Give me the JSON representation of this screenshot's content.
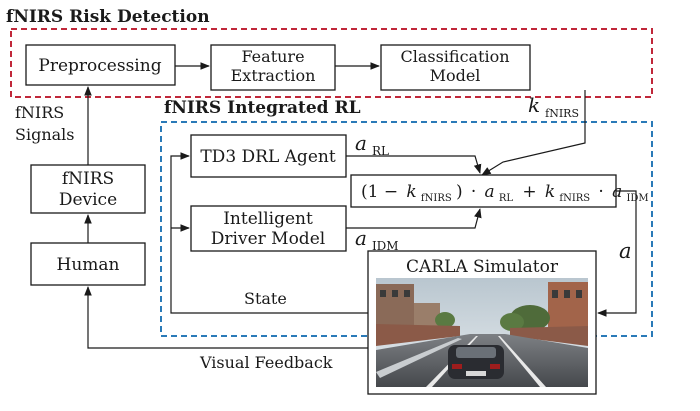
{
  "groups": {
    "risk": {
      "title": "fNIRS Risk Detection",
      "color": "#c0283a"
    },
    "rl": {
      "title": "fNIRS Integrated RL",
      "color": "#2a7ab8"
    }
  },
  "nodes": {
    "preprocessing": "Preprocessing",
    "feature_line1": "Feature",
    "feature_line2": "Extraction",
    "classification_line1": "Classification",
    "classification_line2": "Model",
    "fnirs_device_line1": "fNIRS",
    "fnirs_device_line2": "Device",
    "human": "Human",
    "td3": "TD3 DRL Agent",
    "idm_line1": "Intelligent",
    "idm_line2": "Driver Model",
    "carla": "CARLA Simulator"
  },
  "labels": {
    "signals_line1": "fNIRS",
    "signals_line2": "Signals",
    "state": "State",
    "visual_feedback": "Visual Feedback"
  },
  "math": {
    "k": "k",
    "k_sub": "fNIRS",
    "a": "a",
    "a_rl_sub": "RL",
    "a_idm_sub": "IDM",
    "blend_open": "(1 −",
    "blend_close": ")",
    "dot": "·",
    "plus": "+",
    "action": "a"
  },
  "icons": {
    "carla_scene": "driving-scene-image"
  }
}
